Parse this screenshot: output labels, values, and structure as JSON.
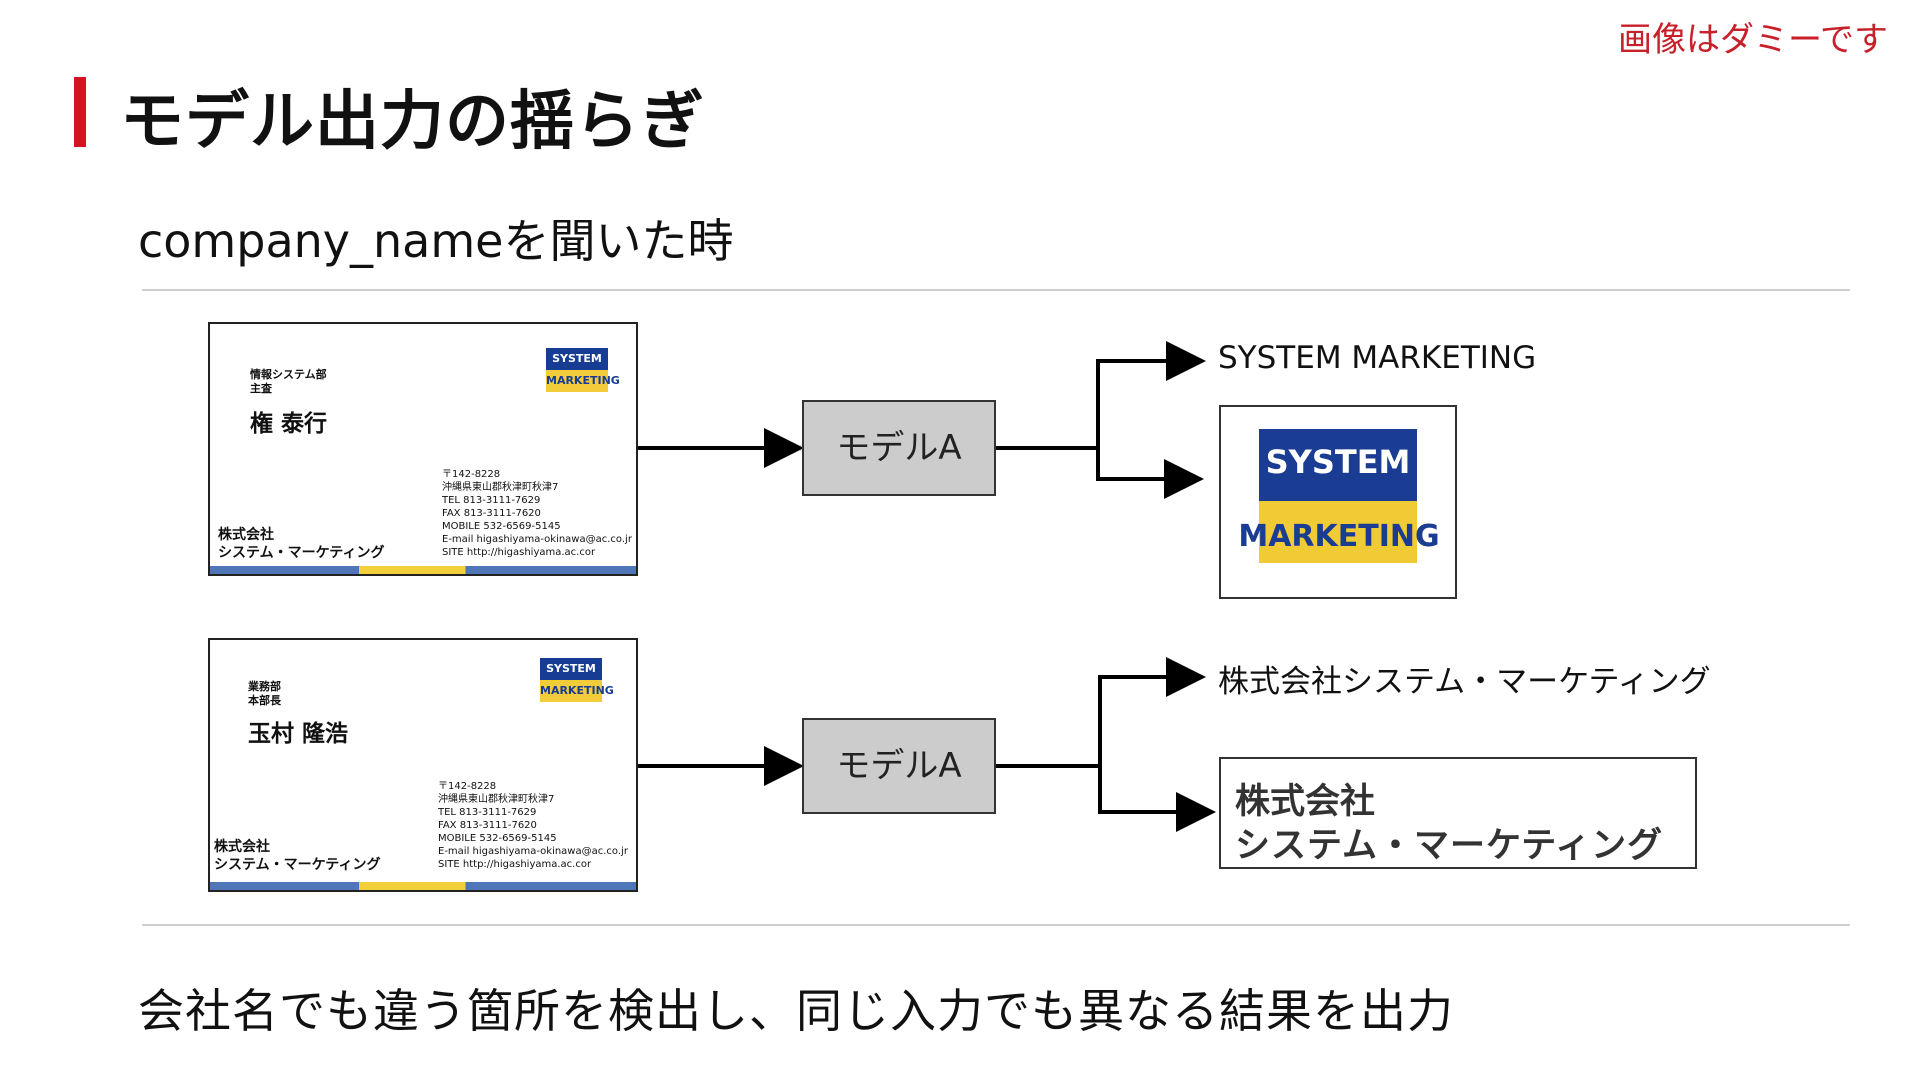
{
  "disclaimer": "画像はダミーです",
  "title": "モデル出力の揺らぎ",
  "subtitle": "company_nameを聞いた時",
  "footer": "会社名でも違う箇所を検出し、同じ入力でも異なる結果を出力",
  "colors": {
    "accent": "#d4141e",
    "model_box": "#cccccc",
    "logo_blue": "#163c93",
    "logo_yellow": "#f2cc3a"
  },
  "row1": {
    "card": {
      "dept_lines": [
        "情報システム部",
        "主査"
      ],
      "person": "権 泰行",
      "company_lines": [
        "株式会社",
        "システム・マーケティング"
      ],
      "logo_top": "SYSTEM",
      "logo_bottom": "MARKETING",
      "info_lines": [
        "〒142-8228",
        "沖縄県東山郡秋津町秋津7",
        "TEL 813-3111-7629",
        "FAX 813-3111-7620",
        "MOBILE 532-6569-5145",
        "E-mail higashiyama-okinawa@ac.co.jr",
        "SITE http://higashiyama.ac.cor"
      ]
    },
    "model": "モデルA",
    "output_text": "SYSTEM MARKETING",
    "output_logo": {
      "top": "SYSTEM",
      "bottom": "MARKETING"
    }
  },
  "row2": {
    "card": {
      "dept_lines": [
        "業務部",
        "本部長"
      ],
      "person": "玉村 隆浩",
      "company_lines": [
        "株式会社",
        "システム・マーケティング"
      ],
      "logo_top": "SYSTEM",
      "logo_bottom": "MARKETING",
      "info_lines": [
        "〒142-8228",
        "沖縄県東山郡秋津町秋津7",
        "TEL 813-3111-7629",
        "FAX 813-3111-7620",
        "MOBILE 532-6569-5145",
        "E-mail higashiyama-okinawa@ac.co.jr",
        "SITE http://higashiyama.ac.cor"
      ]
    },
    "model": "モデルA",
    "output_text": "株式会社システム・マーケティング",
    "output_box": {
      "line1": "株式会社",
      "line2": "システム・マーケティング"
    }
  }
}
